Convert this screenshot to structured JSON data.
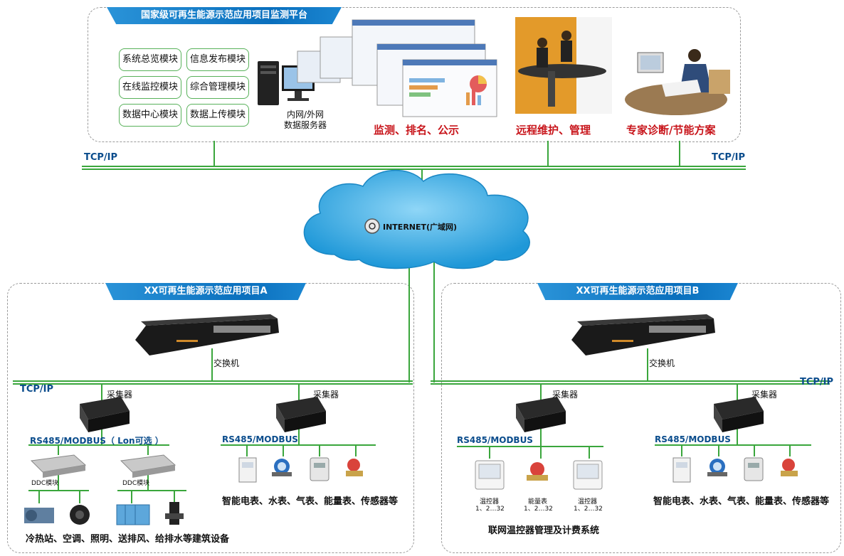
{
  "platform": {
    "banner": "国家级可再生能源示范应用项目监测平台",
    "modules": [
      "系统总览模块",
      "信息发布模块",
      "在线监控模块",
      "综合管理模块",
      "数据中心模块",
      "数据上传模块"
    ],
    "server_label_1": "内网/外网",
    "server_label_2": "数据服务器",
    "func_monitor": "监测、排名、公示",
    "func_remote": "远程维护、管理",
    "func_expert": "专家诊断/节能方案"
  },
  "network": {
    "tcp_left": "TCP/IP",
    "tcp_right": "TCP/IP",
    "internet": "INTERNET(广域网)"
  },
  "project_a": {
    "banner": "XX可再生能源示范应用项目A",
    "switch_label": "交换机",
    "tcp": "TCP/IP",
    "collector_1": "采集器",
    "collector_2": "采集器",
    "bus_1": "RS485/MODBUS（ Lon可选 ）",
    "bus_2": "RS485/MODBUS",
    "ddc_1": "DDC模块",
    "ddc_2": "DDC模块",
    "devices_label": "冷热站、空调、照明、送排风、给排水等建筑设备",
    "meters_label": "智能电表、水表、气表、能量表、传感器等"
  },
  "project_b": {
    "banner": "XX可再生能源示范应用项目B",
    "switch_label": "交换机",
    "tcp": "TCP/IP",
    "collector_1": "采集器",
    "collector_2": "采集器",
    "bus_1": "RS485/MODBUS",
    "bus_2": "RS485/MODBUS",
    "thermo_1": "温控器",
    "thermo_1_num": "1、2…32",
    "energy": "能量表",
    "energy_num": "1、2…32",
    "thermo_2": "温控器",
    "thermo_2_num": "1、2…32",
    "system_label": "联网温控器管理及计费系统",
    "meters_label": "智能电表、水表、气表、能量表、传感器等"
  },
  "colors": {
    "line_green": "#3aa63c",
    "banner_blue": "#0a6fbd",
    "accent_red": "#c8151b",
    "cloud_blue": "#3bb0e8"
  }
}
